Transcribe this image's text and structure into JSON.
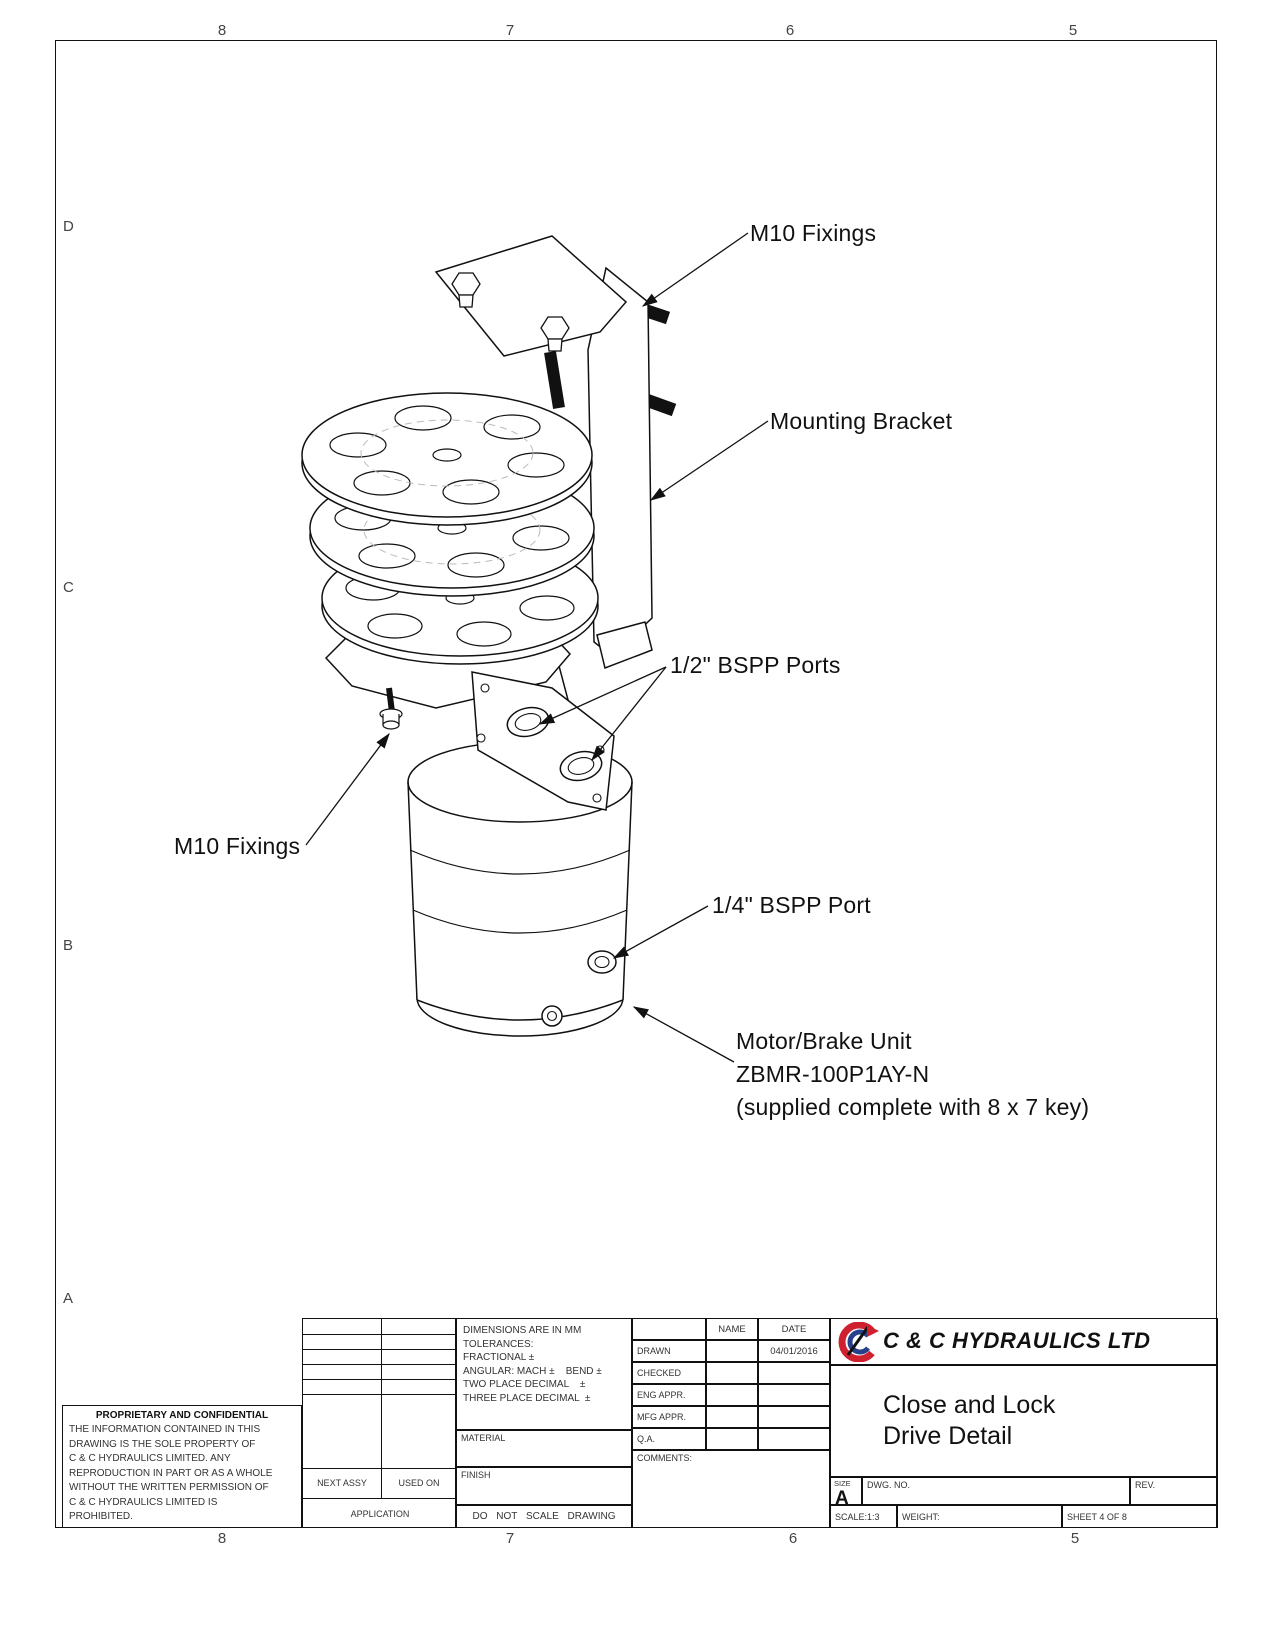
{
  "zones": {
    "top": [
      "8",
      "7",
      "6",
      "5"
    ],
    "bottom": [
      "8",
      "7",
      "6",
      "5"
    ],
    "left": [
      "D",
      "C",
      "B",
      "A"
    ]
  },
  "callouts": {
    "m10_top": "M10 Fixings",
    "mounting_bracket": "Mounting Bracket",
    "bspp_half": "1/2\" BSPP Ports",
    "m10_lower": "M10 Fixings",
    "bspp_quarter": "1/4\" BSPP Port",
    "motor_unit": [
      "Motor/Brake Unit",
      "ZBMR-100P1AY-N",
      "(supplied complete with 8 x 7 key)"
    ]
  },
  "title_block": {
    "proprietary": {
      "title": "PROPRIETARY AND CONFIDENTIAL",
      "lines": [
        "THE INFORMATION CONTAINED IN THIS",
        "DRAWING IS THE SOLE PROPERTY OF",
        "C & C HYDRAULICS LIMITED.  ANY",
        "REPRODUCTION IN PART OR AS A WHOLE",
        "WITHOUT THE WRITTEN PERMISSION OF",
        "C & C HYDRAULICS LIMITED IS",
        "PROHIBITED."
      ]
    },
    "tolerances": [
      "DIMENSIONS ARE IN MM",
      "TOLERANCES:",
      "FRACTIONAL ±",
      "ANGULAR: MACH ±    BEND ±",
      "TWO PLACE DECIMAL    ±",
      "THREE PLACE DECIMAL  ±"
    ],
    "material_label": "MATERIAL",
    "finish_label": "FINISH",
    "next_assy_label": "NEXT ASSY",
    "used_on_label": "USED ON",
    "application_label": "APPLICATION",
    "do_not_scale": "DO NOT SCALE DRAWING",
    "approvals": {
      "name_header": "NAME",
      "date_header": "DATE",
      "comments_label": "COMMENTS:",
      "rows": [
        {
          "label": "DRAWN",
          "name": "",
          "date": "04/01/2016"
        },
        {
          "label": "CHECKED",
          "name": "",
          "date": ""
        },
        {
          "label": "ENG APPR.",
          "name": "",
          "date": ""
        },
        {
          "label": "MFG APPR.",
          "name": "",
          "date": ""
        },
        {
          "label": "Q.A.",
          "name": "",
          "date": ""
        }
      ]
    },
    "company_name": "C & C HYDRAULICS LTD",
    "drawing_title_lines": [
      "Close and Lock",
      "Drive Detail"
    ],
    "size_label": "SIZE",
    "size_value": "A",
    "dwg_no_label": "DWG.  NO.",
    "rev_label": "REV.",
    "scale_text": "SCALE:1:3",
    "weight_label": "WEIGHT:",
    "sheet_text": "SHEET 4 OF 8"
  },
  "colors": {
    "logo_red": "#cf2030",
    "logo_blue": "#26408b",
    "line_black": "#111111"
  }
}
